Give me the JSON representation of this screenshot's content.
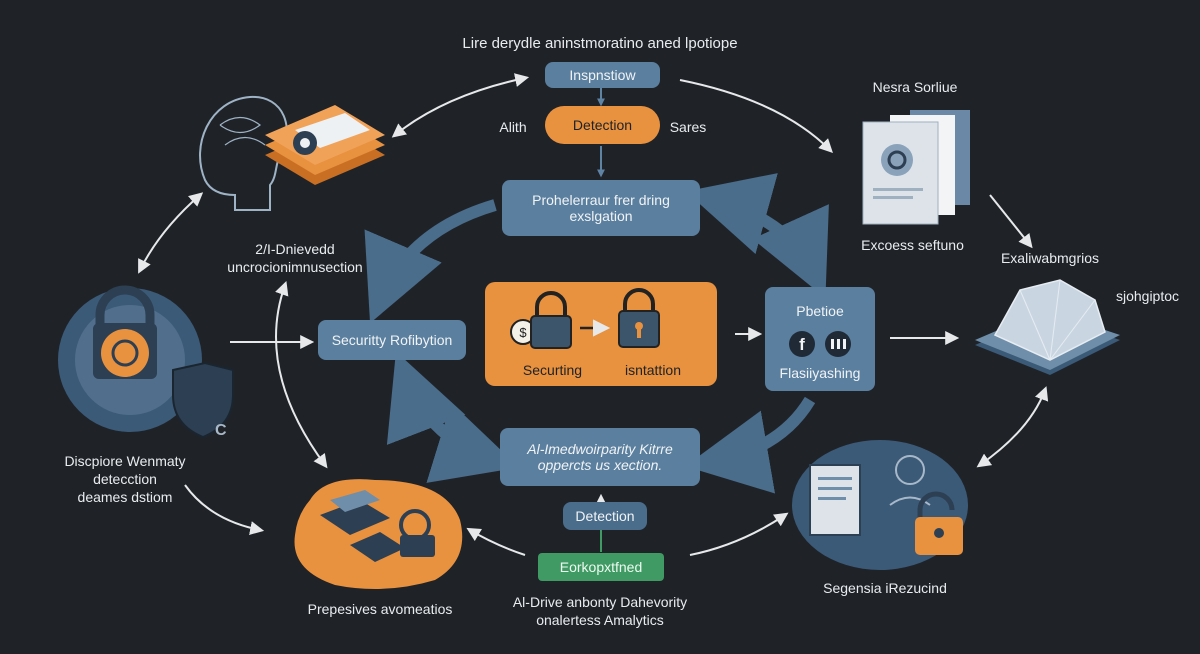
{
  "diagram": {
    "title": "Lire derydle aninstmoratino aned lpotiope",
    "top_nodes": {
      "inspection": "Inspnstiow",
      "detection": "Detection",
      "left_label": "Alith",
      "right_label": "Sares"
    },
    "center_top_box": "Prohelerraur frer dring\nexslgation",
    "center_left_box": "Securitty Rofibytion",
    "center_panel": {
      "left_label": "Securting",
      "right_label": "isntattion"
    },
    "center_right_box": {
      "title": "Pbetioe",
      "caption": "Flasiiyashing"
    },
    "center_bottom_box": "Al-Imedwoirparity Kitrre\noppercts us xection.",
    "bottom_detection": "Detection",
    "bottom_green": "Eorkopxtfned",
    "labels": {
      "upper_left": "2/I-Dnievedd\nuncrocionimnusection",
      "upper_right_top": "Nesra Sorliue",
      "upper_right_bottom": "Excoess seftuno",
      "right_mid": "Exaliwabmgrios",
      "far_right": "sjohgiptoc",
      "left_bottom": "Discpiore Wenmaty\ndetecction\ndeames dstiom",
      "bottom_left": "Prepesives avomeatios",
      "bottom_center": "Al-Drive anbonty Dahevority\nonalertess Amalytics",
      "bottom_right": "Segensia iRezucind"
    },
    "colors": {
      "background": "#1f2328",
      "blue": "#5a7f9f",
      "orange": "#e8913e",
      "green": "#3f9a63",
      "arrow": "#e6e8ea"
    },
    "icons": [
      "brain-head-icon",
      "layered-docs-icon",
      "gear-lock-icon",
      "shield-icon",
      "documents-icon",
      "padlock-icon",
      "facebook-icon",
      "chat-icon",
      "crystal-platform-icon",
      "keypad-device-icon",
      "human-lock-icon"
    ]
  }
}
